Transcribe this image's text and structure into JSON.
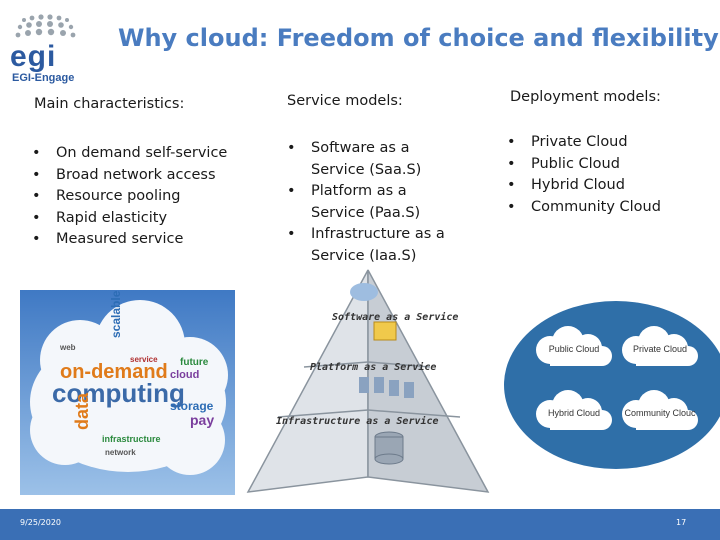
{
  "brand": {
    "logo_text": "egi",
    "logo_sub": "EGI-Engage",
    "colors": {
      "title": "#4a7cc0",
      "logo": "#2c5aa0",
      "footer": "#3a6fb5"
    }
  },
  "title": "Why cloud: Freedom of choice and flexibility",
  "columns": {
    "characteristics": {
      "heading": "Main characteristics:",
      "items": [
        "On demand self-service",
        "Broad network access",
        "Resource pooling",
        "Rapid elasticity",
        "Measured service"
      ]
    },
    "service": {
      "heading": "Service models:",
      "items": [
        "Software as a Service (Saa.S)",
        "Platform as a Service (Paa.S)",
        "Infrastructure as a Service (Iaa.S)"
      ]
    },
    "deployment": {
      "heading": "Deployment models:",
      "items": [
        "Private Cloud",
        "Public Cloud",
        "Hybrid Cloud",
        "Community Cloud"
      ]
    }
  },
  "word_cloud": {
    "main_words": [
      "on-demand",
      "computing",
      "scalable",
      "cloud",
      "storage",
      "data",
      "pay",
      "infrastructure",
      "future"
    ]
  },
  "pyramid": {
    "layers": [
      "Software as a Service",
      "Platform as a Service",
      "Infrastructure as a Service"
    ]
  },
  "deployment_diagram": {
    "labels": [
      "Public Cloud",
      "Private Cloud",
      "Hybrid Cloud",
      "Community Clouc"
    ]
  },
  "footer": {
    "date": "9/25/2020",
    "page": "17"
  }
}
